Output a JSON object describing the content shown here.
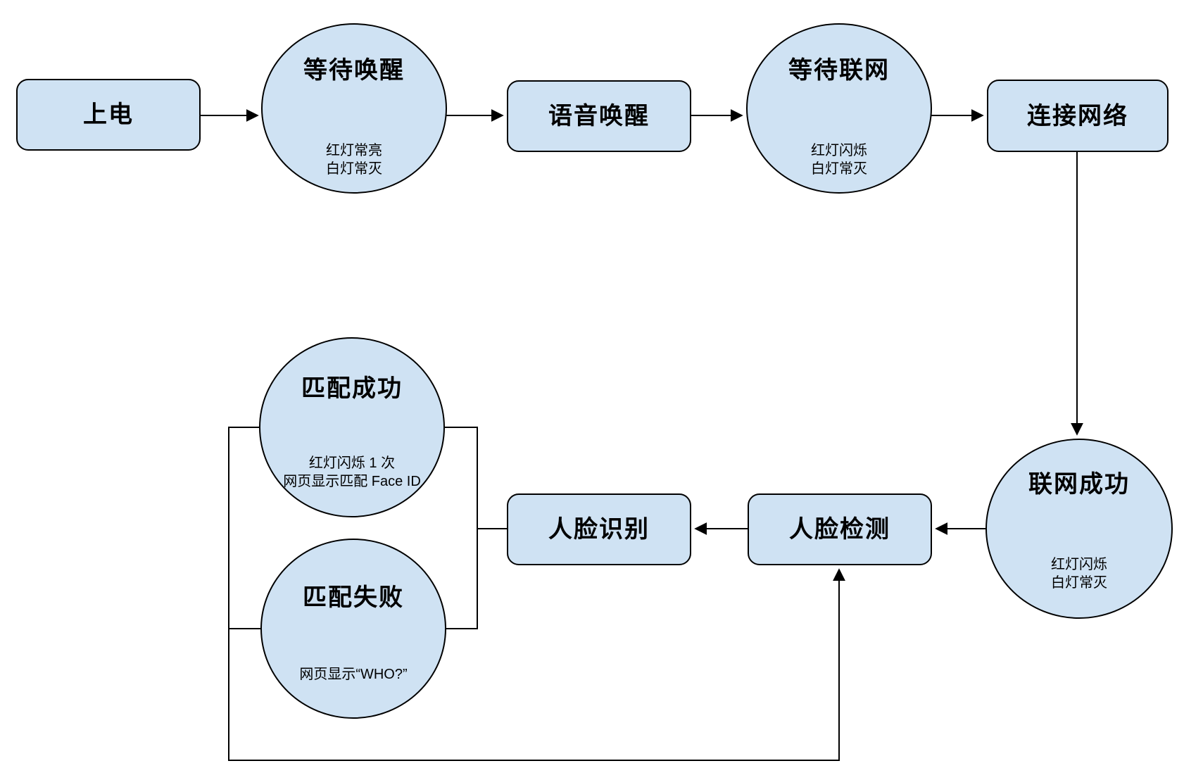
{
  "diagram": {
    "type": "flowchart",
    "colors": {
      "node_fill": "#cfe2f3",
      "node_stroke": "#000000",
      "edge": "#000000",
      "text": "#000000",
      "background": "#ffffff"
    },
    "nodes": [
      {
        "id": "power-on",
        "shape": "rect",
        "title": "上电"
      },
      {
        "id": "wait-wake",
        "shape": "ellipse",
        "title": "等待唤醒",
        "subtext": [
          "红灯常亮",
          "白灯常灭"
        ]
      },
      {
        "id": "voice-wake",
        "shape": "rect",
        "title": "语音唤醒"
      },
      {
        "id": "wait-network",
        "shape": "ellipse",
        "title": "等待联网",
        "subtext": [
          "红灯闪烁",
          "白灯常灭"
        ]
      },
      {
        "id": "connect-network",
        "shape": "rect",
        "title": "连接网络"
      },
      {
        "id": "network-success",
        "shape": "ellipse",
        "title": "联网成功",
        "subtext": [
          "红灯闪烁",
          "白灯常灭"
        ]
      },
      {
        "id": "face-detect",
        "shape": "rect",
        "title": "人脸检测"
      },
      {
        "id": "face-recognize",
        "shape": "rect",
        "title": "人脸识别"
      },
      {
        "id": "match-success",
        "shape": "ellipse",
        "title": "匹配成功",
        "subtext": [
          "红灯闪烁 1 次",
          "网页显示匹配 Face ID"
        ]
      },
      {
        "id": "match-fail",
        "shape": "ellipse",
        "title": "匹配失败",
        "subtext": [
          "网页显示“WHO?”"
        ]
      }
    ],
    "edges": [
      {
        "from": "power-on",
        "to": "wait-wake",
        "arrow": true
      },
      {
        "from": "wait-wake",
        "to": "voice-wake",
        "arrow": true
      },
      {
        "from": "voice-wake",
        "to": "wait-network",
        "arrow": true
      },
      {
        "from": "wait-network",
        "to": "connect-network",
        "arrow": true
      },
      {
        "from": "connect-network",
        "to": "network-success",
        "arrow": true
      },
      {
        "from": "network-success",
        "to": "face-detect",
        "arrow": true
      },
      {
        "from": "face-detect",
        "to": "face-recognize",
        "arrow": true
      },
      {
        "from": "face-recognize",
        "to": "match-success",
        "arrow": false
      },
      {
        "from": "face-recognize",
        "to": "match-fail",
        "arrow": false
      },
      {
        "from": "match-success",
        "to": "face-detect",
        "arrow": true
      },
      {
        "from": "match-fail",
        "to": "face-detect",
        "arrow": true
      }
    ]
  }
}
